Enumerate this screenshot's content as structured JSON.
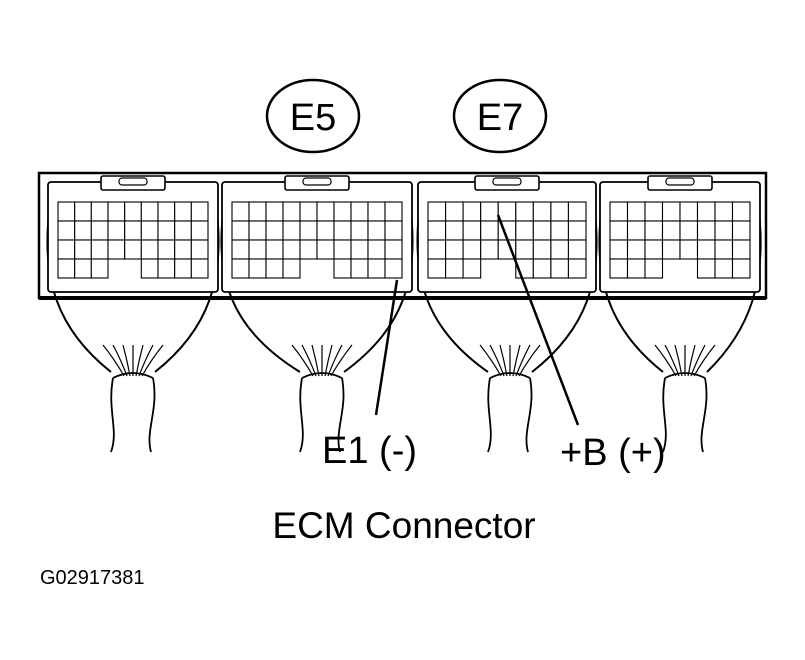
{
  "connectors": [
    {
      "id": "conn-1",
      "tag": ""
    },
    {
      "id": "conn-2",
      "tag": "E5"
    },
    {
      "id": "conn-3",
      "tag": "E7"
    },
    {
      "id": "conn-4",
      "tag": ""
    }
  ],
  "tags": {
    "e5": "E5",
    "e7": "E7"
  },
  "callouts": {
    "e1": "E1  (-)",
    "b": "+B (+)"
  },
  "caption": "ECM Connector",
  "figure_code": "G02917381"
}
